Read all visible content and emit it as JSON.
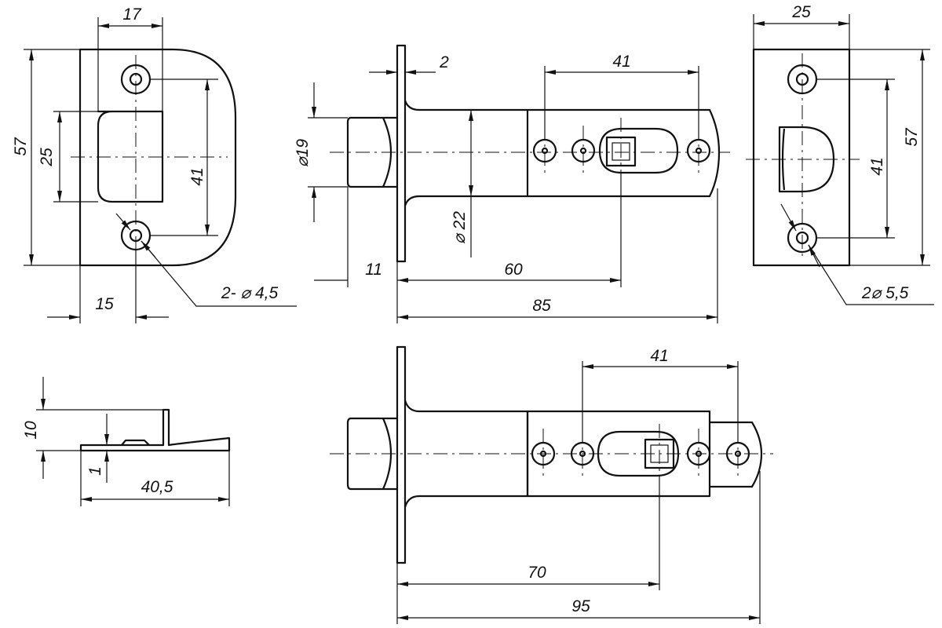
{
  "strike_plate_front": {
    "dim_width_top": "17",
    "dim_height": "57",
    "dim_opening": "25",
    "dim_hole_spacing": "41",
    "dim_offset_bottom": "15",
    "dim_holes": "2- ⌀ 4,5"
  },
  "latch_side_view": {
    "dim_faceplate": "2",
    "dim_bolt_dia": "⌀19",
    "dim_body_dia": "⌀ 22",
    "dim_hole_spacing": "41",
    "dim_projection": "11",
    "dim_backset": "60",
    "dim_length": "85"
  },
  "faceplate_front": {
    "dim_width": "25",
    "dim_hole_spacing": "41",
    "dim_height": "57",
    "dim_holes": "2⌀ 5,5"
  },
  "strike_plate_side": {
    "dim_height": "10",
    "dim_thickness": "1",
    "dim_length": "40,5"
  },
  "latch_extended_view": {
    "dim_hole_spacing": "41",
    "dim_backset": "70",
    "dim_length": "95"
  }
}
